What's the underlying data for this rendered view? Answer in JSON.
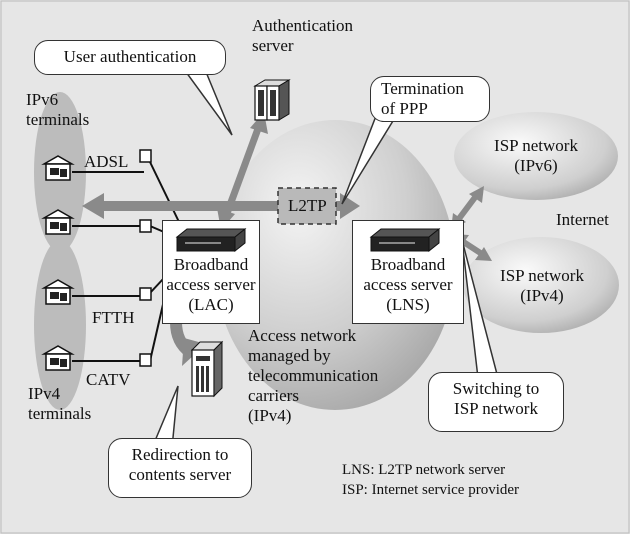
{
  "callouts": {
    "user_authentication": "User authentication",
    "termination_line1": "Termination",
    "termination_line2": "of PPP",
    "switching_line1": "Switching to",
    "switching_line2": "ISP network",
    "redirection_line1": "Redirection to",
    "redirection_line2": "contents server"
  },
  "labels": {
    "auth_server_line1": "Authentication",
    "auth_server_line2": "server",
    "ipv6_terminals_line1": "IPv6",
    "ipv6_terminals_line2": "terminals",
    "ipv4_terminals_line1": "IPv4",
    "ipv4_terminals_line2": "terminals",
    "adsl": "ADSL",
    "ftth": "FTTH",
    "catv": "CATV",
    "l2tp": "L2TP",
    "internet": "Internet",
    "access_network_line1": "Access network",
    "access_network_line2": "managed by",
    "access_network_line3": "telecommunication",
    "access_network_line4": "carriers",
    "access_network_line5": "(IPv4)"
  },
  "servers": {
    "lac_line1": "Broadband",
    "lac_line2": "access server",
    "lac_line3": "(LAC)",
    "lns_line1": "Broadband",
    "lns_line2": "access server",
    "lns_line3": "(LNS)"
  },
  "isp": {
    "ipv6_line1": "ISP network",
    "ipv6_line2": "(IPv6)",
    "ipv4_line1": "ISP network",
    "ipv4_line2": "(IPv4)"
  },
  "legend": {
    "lns": "LNS:  L2TP network server",
    "isp": "ISP: Internet service provider"
  },
  "colors": {
    "background": "#e6e6e6",
    "ellipse_gray": "#b8b8b8",
    "arrow_gray": "#8a8a8a"
  }
}
